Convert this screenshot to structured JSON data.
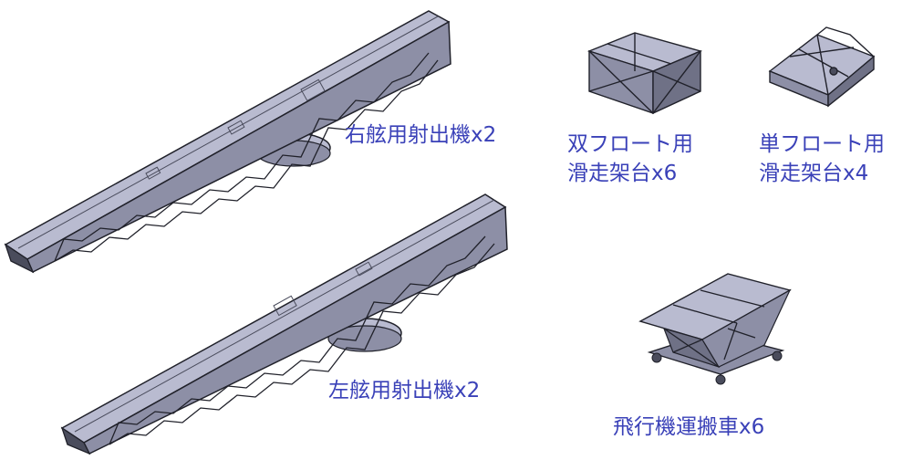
{
  "labels": {
    "right_catapult": "右舷用射出機x2",
    "left_catapult": "左舷用射出機x2",
    "twin_float_line1": "双フロート用",
    "twin_float_line2": "滑走架台x6",
    "single_float_line1": "単フロート用",
    "single_float_line2": "滑走架台x4",
    "aircraft_cart": "飛行機運搬車x6"
  },
  "colors": {
    "label": "#3a41b8",
    "metal_light": "#b9bbd0",
    "metal_mid": "#8d8fa6",
    "metal_dark": "#4a4c5c",
    "edge": "#20212a"
  }
}
